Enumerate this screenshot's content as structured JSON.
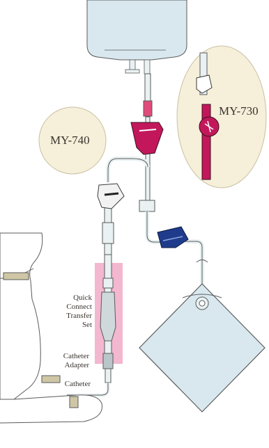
{
  "labels": {
    "product_left": "MY-740",
    "product_right": "MY-730",
    "transfer_set": [
      "Quick",
      "Connect",
      "Transfer",
      "Set"
    ],
    "catheter_adapter": [
      "Catheter",
      "Adapter"
    ],
    "catheter": "Catheter"
  },
  "colors": {
    "background": "#ffffff",
    "circle_fill": "#f6efd9",
    "highlight_pink": "#f3b7cf",
    "clamp_magenta": "#c2185b",
    "clamp_blue": "#1f3c8c",
    "bag_fill": "#d8e8ee",
    "tubing": "#e9f1f3",
    "outline": "#5a5a5a",
    "text": "#3a3530"
  },
  "icons": {
    "top_bag": "iv-solution-bag-icon",
    "drain_bag": "drainage-bag-icon",
    "magenta_clamp": "roller-clamp-icon",
    "blue_clamp": "slide-clamp-icon",
    "white_clamp": "pinch-clamp-icon",
    "patient": "patient-silhouette-icon"
  }
}
